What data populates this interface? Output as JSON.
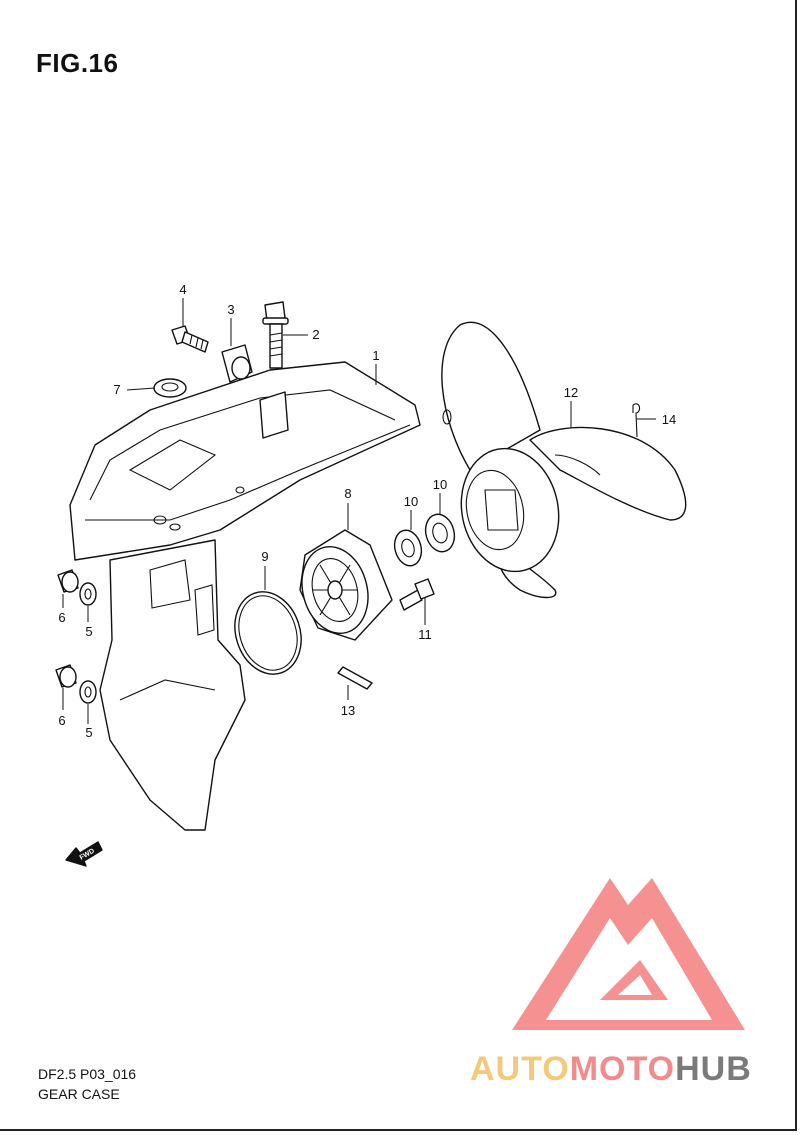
{
  "figure": {
    "title": "FIG.16"
  },
  "callouts": [
    {
      "label": "1"
    },
    {
      "label": "2"
    },
    {
      "label": "3"
    },
    {
      "label": "4"
    },
    {
      "label": "5"
    },
    {
      "label": "5"
    },
    {
      "label": "6"
    },
    {
      "label": "6"
    },
    {
      "label": "7"
    },
    {
      "label": "8"
    },
    {
      "label": "9"
    },
    {
      "label": "10"
    },
    {
      "label": "10"
    },
    {
      "label": "11"
    },
    {
      "label": "12"
    },
    {
      "label": "13"
    },
    {
      "label": "14"
    }
  ],
  "direction_marker": {
    "label": "FWD"
  },
  "footer": {
    "code": "DF2.5 P03_016",
    "name": "GEAR CASE"
  },
  "watermark": {
    "text_a": "AUTO",
    "text_b": "MOTO",
    "text_c": "HUB",
    "colors": {
      "a": "#f5c97a",
      "b": "#f28b8b",
      "c": "#7a7a7a",
      "logo": "#f47e7e"
    }
  }
}
